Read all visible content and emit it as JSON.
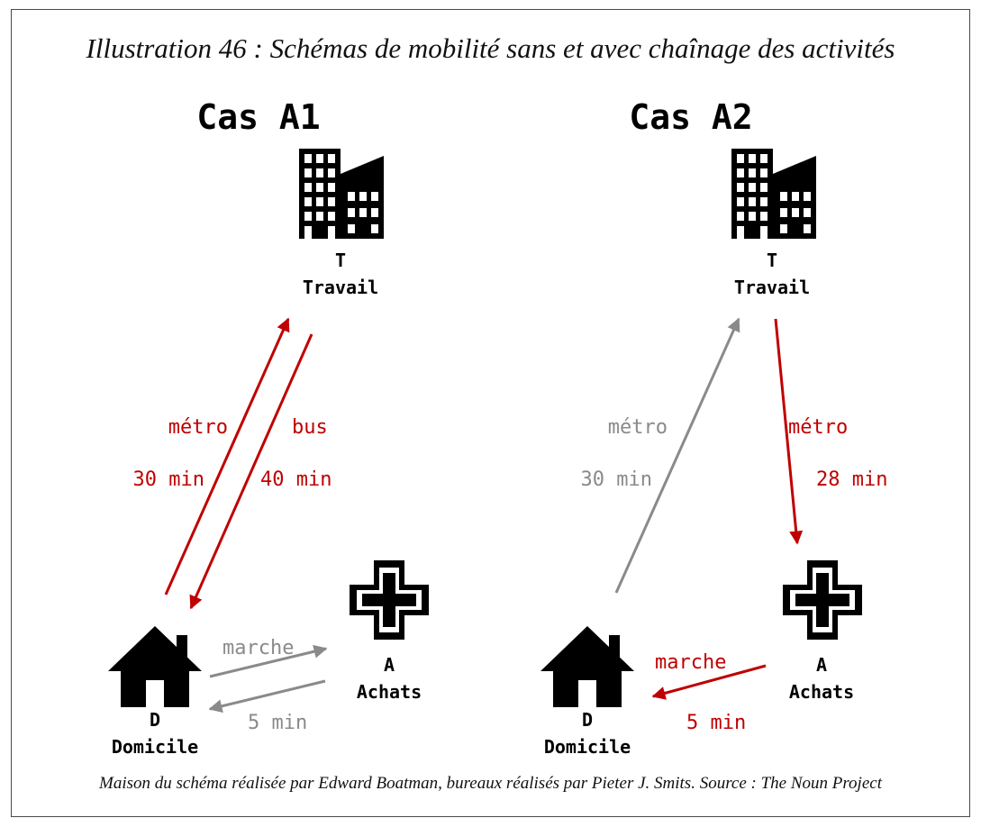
{
  "title": "Illustration 46 : Schémas de mobilité sans et avec chaînage des activités",
  "footer": "Maison du schéma réalisée par Edward Boatman, bureaux réalisés par Pieter J. Smits. Source : The Noun Project",
  "colors": {
    "active": "#c00000",
    "inactive": "#8a8a8a",
    "icon": "#000000"
  },
  "cases": [
    {
      "heading": "Cas A1",
      "work": {
        "letter": "T",
        "name": "Travail",
        "icon": "office-buildings-icon"
      },
      "home": {
        "letter": "D",
        "name": "Domicile",
        "icon": "house-icon"
      },
      "shop": {
        "letter": "A",
        "name": "Achats",
        "icon": "cross-icon"
      },
      "edges": [
        {
          "id": "home-to-work",
          "mode": "métro",
          "time": "30 min",
          "color": "active"
        },
        {
          "id": "work-to-home",
          "mode": "bus",
          "time": "40 min",
          "color": "active"
        },
        {
          "id": "home-to-shop",
          "mode": "marche",
          "time": "",
          "color": "inactive"
        },
        {
          "id": "shop-to-home",
          "mode": "",
          "time": "5 min",
          "color": "inactive"
        }
      ]
    },
    {
      "heading": "Cas A2",
      "work": {
        "letter": "T",
        "name": "Travail",
        "icon": "office-buildings-icon"
      },
      "home": {
        "letter": "D",
        "name": "Domicile",
        "icon": "house-icon"
      },
      "shop": {
        "letter": "A",
        "name": "Achats",
        "icon": "cross-icon"
      },
      "edges": [
        {
          "id": "home-to-work",
          "mode": "métro",
          "time": "30 min",
          "color": "inactive"
        },
        {
          "id": "work-to-shop",
          "mode": "métro",
          "time": "28 min",
          "color": "active"
        },
        {
          "id": "shop-to-home",
          "mode": "marche",
          "time": "5 min",
          "color": "active"
        }
      ]
    }
  ]
}
